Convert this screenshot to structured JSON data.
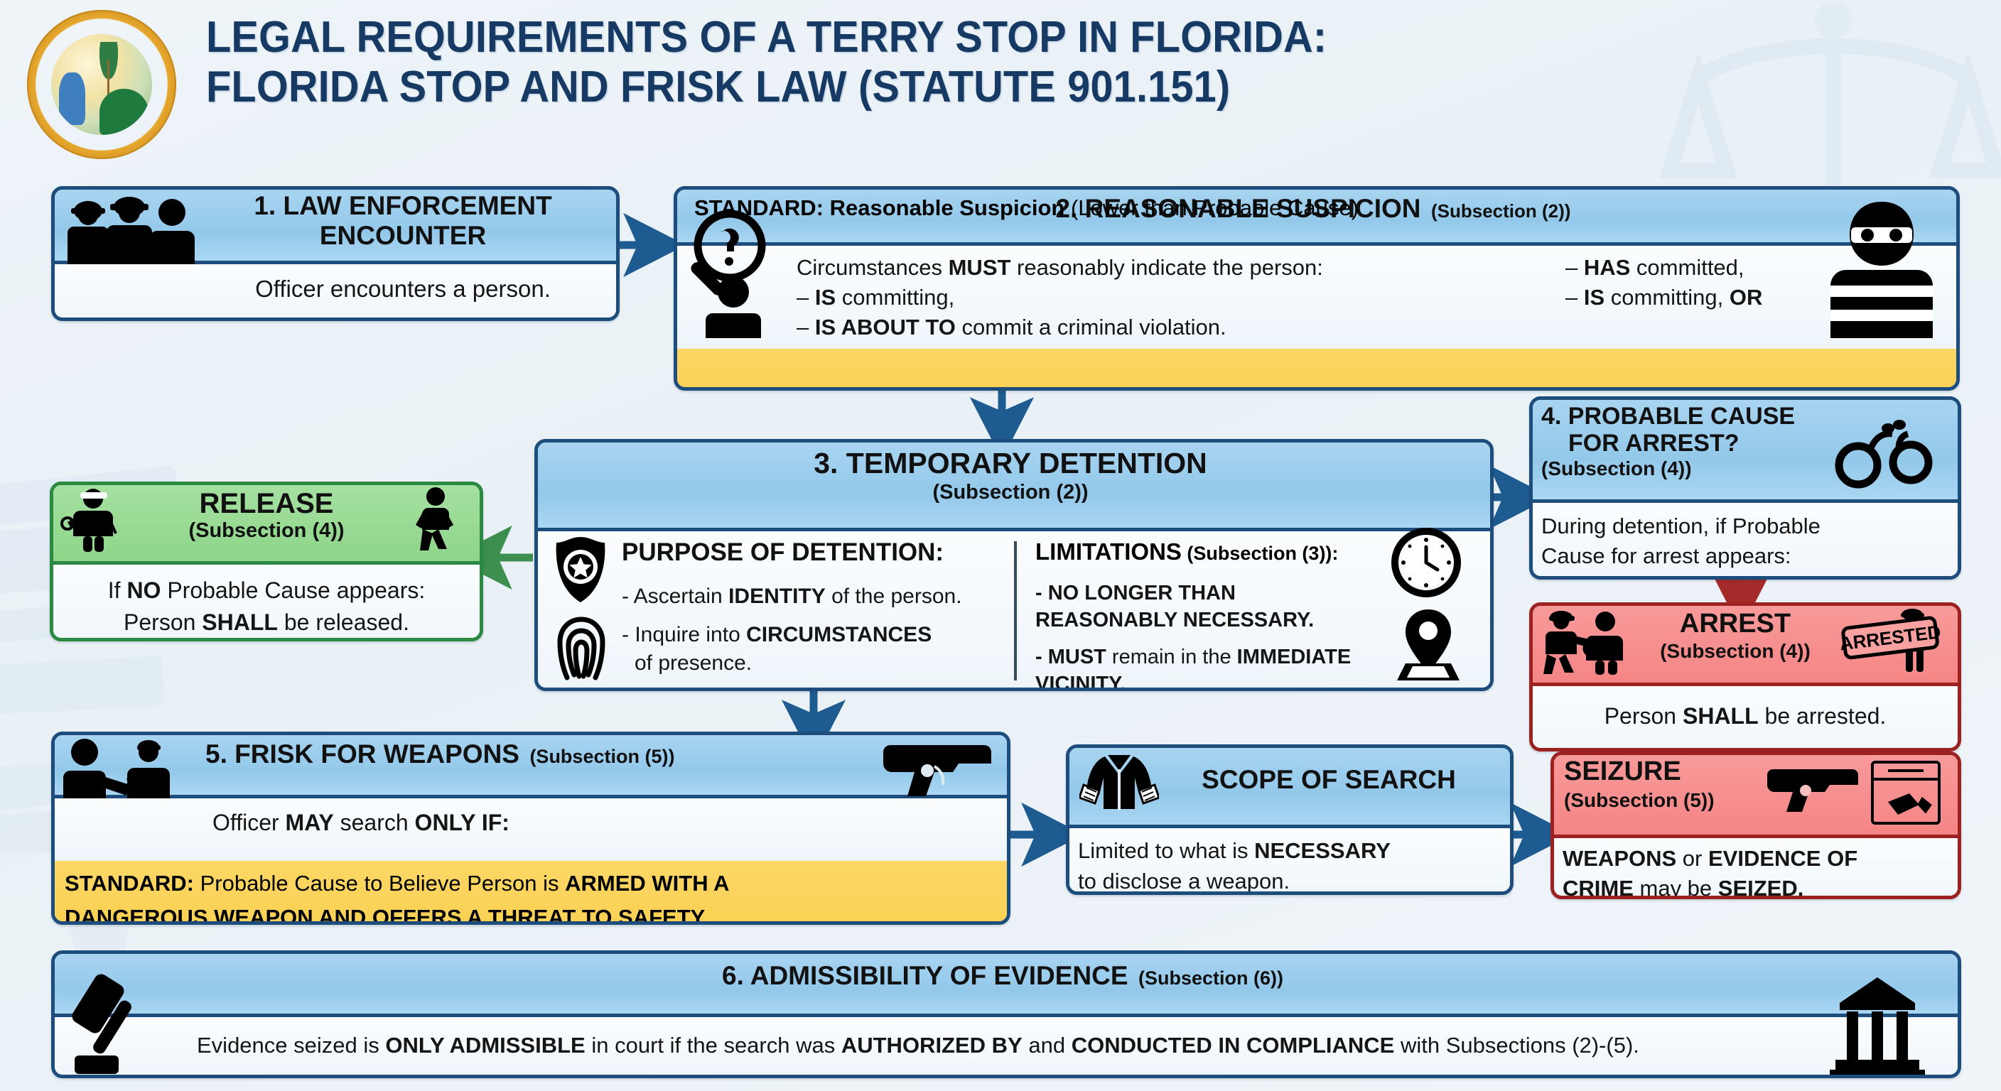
{
  "header": {
    "seal_name": "Great Seal of the State of Florida",
    "title_line_1": "LEGAL REQUIREMENTS OF A TERRY STOP IN FLORIDA:",
    "title_line_2": "FLORIDA STOP AND FRISK LAW (STATUTE 901.151)"
  },
  "colors": {
    "page_bg": "#eef3f7",
    "header_blue": "#163a63",
    "box_border_blue": "#1d4d7c",
    "box_header_blue": "#a8d4f0",
    "box_border_green": "#2a8a42",
    "box_header_green": "#9bdc96",
    "box_border_red": "#9c2222",
    "box_header_red": "#f79090",
    "standard_yellow": "#f9d25a",
    "arrow_blue": "#1d5b90",
    "arrow_red": "#a52a2a",
    "arrow_green": "#2a8a42"
  },
  "nodes": {
    "encounter": {
      "title": "1. LAW ENFORCEMENT",
      "title_2": "ENCOUNTER",
      "body": "Officer encounters a person.",
      "icon": "two-officers-and-person-icon"
    },
    "reasonable_suspicion": {
      "title": "2. REASONABLE SUSPICION",
      "subsection": "(Subsection (2))",
      "lead": "Circumstances MUST reasonably indicate the person:",
      "lead_plain_1": "Circumstances ",
      "lead_bold": "MUST",
      "lead_plain_2": " reasonably indicate the person:",
      "col_right_1_bold": "HAS",
      "col_right_1_plain": " committed,",
      "col_right_2_bold": "IS",
      "col_right_2_plain": " committing, ",
      "col_right_2_bold2": "OR",
      "col_left_1_bold": "IS",
      "col_left_1_plain": " committing,",
      "col_left_2_bold": "IS ABOUT TO",
      "col_left_2_plain": " commit a criminal violation.",
      "standard_label": "STANDARD:",
      "standard_bold": " Reasonable Suspicion",
      "standard_plain": " (Lower than Probable Cause)",
      "icon_left": "magnifier-question-person-icon",
      "icon_right": "masked-burglar-icon"
    },
    "temporary_detention": {
      "title": "3. TEMPORARY DETENTION",
      "subsection": "(Subsection (2))",
      "purpose_heading": "PURPOSE OF DETENTION:",
      "purpose_1_plain_1": "- Ascertain ",
      "purpose_1_bold": "IDENTITY",
      "purpose_1_plain_2": " of the person.",
      "purpose_2_plain_1": "- Inquire into ",
      "purpose_2_bold": "CIRCUMSTANCES",
      "purpose_2_plain_2": "of presence.",
      "limits_heading_bold": "LIMITATIONS",
      "limits_heading_plain": " (Subsection (3)):",
      "limit_1_line_1": "- NO LONGER THAN",
      "limit_1_line_2": "REASONABLY NECESSARY.",
      "limit_2_bold_1": "- MUST",
      "limit_2_plain_1": " remain in the ",
      "limit_2_bold_2": "IMMEDIATE",
      "limit_2_line_2": "VICINITY.",
      "icon_badge": "police-badge-icon",
      "icon_fingerprint": "fingerprint-icon",
      "icon_clock": "clock-icon",
      "icon_pin": "map-pin-icon"
    },
    "release": {
      "title": "RELEASE",
      "subsection": "(Subsection (4))",
      "body_line_1_plain_1": "If ",
      "body_line_1_bold": "NO",
      "body_line_1_plain_2": " Probable Cause appears:",
      "body_line_2_plain_1": "Person ",
      "body_line_2_bold": "SHALL",
      "body_line_2_plain_2": " be released.",
      "icon_left": "person-released-icon",
      "icon_right": "walking-person-icon"
    },
    "probable_cause": {
      "title_line_1": "4. PROBABLE CAUSE",
      "title_line_2": "FOR ARREST?",
      "subsection": "(Subsection (4))",
      "body_line_1": "During detention, if Probable",
      "body_line_2": "Cause for arrest appears:",
      "icon": "handcuffs-icon"
    },
    "arrest": {
      "title": "ARREST",
      "subsection": "(Subsection (4))",
      "body_plain_1": "Person ",
      "body_bold": "SHALL",
      "body_plain_2": " be arrested.",
      "icon_left": "officer-arresting-person-icon",
      "icon_right": "arrested-sign-icon",
      "sign_text": "ARRESTED"
    },
    "frisk": {
      "title": "5. FRISK FOR WEAPONS",
      "subsection": "(Subsection (5))",
      "body_plain_1": "Officer ",
      "body_bold_1": "MAY",
      "body_plain_2": " search ",
      "body_bold_2": "ONLY IF:",
      "standard_label": "STANDARD:",
      "standard_plain_1": " Probable Cause to Believe Person is ",
      "standard_bold_1": "ARMED WITH A",
      "standard_bold_2": "DANGEROUS WEAPON AND OFFERS A THREAT TO SAFETY.",
      "icon_left": "officer-frisking-person-icon",
      "icon_right": "handgun-icon"
    },
    "scope": {
      "title": "SCOPE OF SEARCH",
      "body_plain_1": "Limited to what is ",
      "body_bold": "NECESSARY",
      "body_line_2": "to disclose a weapon.",
      "icon": "jacket-pat-down-icon"
    },
    "seizure": {
      "title": "SEIZURE",
      "subsection": "(Subsection (5))",
      "body_bold_1": "WEAPONS",
      "body_plain_1": " or ",
      "body_bold_2": "EVIDENCE OF",
      "body_bold_3": "CRIME",
      "body_plain_2": " may be ",
      "body_bold_4": "SEIZED.",
      "icon_left": "handgun-icon",
      "icon_right": "evidence-bag-icon"
    },
    "admissibility": {
      "title": "6. ADMISSIBILITY OF EVIDENCE",
      "subsection": "(Subsection (6))",
      "body_plain_1": "Evidence seized is ",
      "body_bold_1": "ONLY ADMISSIBLE",
      "body_plain_2": " in court if the search was ",
      "body_bold_2": "AUTHORIZED BY",
      "body_plain_3": " and ",
      "body_bold_3": "CONDUCTED IN COMPLIANCE",
      "body_plain_4": " with Subsections (2)-(5).",
      "icon_left": "gavel-icon",
      "icon_right": "courthouse-icon"
    }
  }
}
